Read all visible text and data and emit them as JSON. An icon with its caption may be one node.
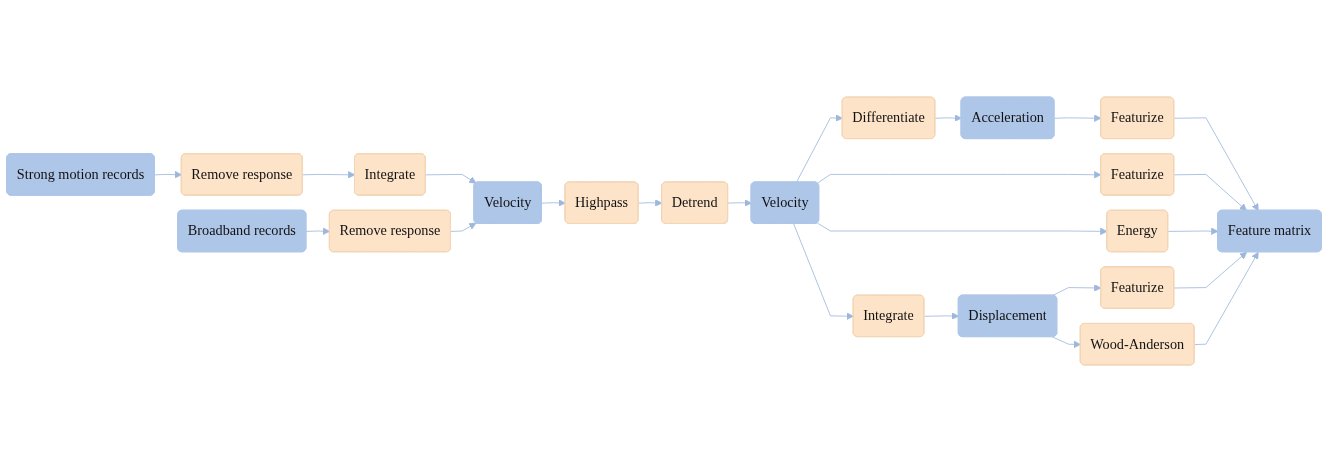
{
  "diagram": {
    "nodes": [
      {
        "text": [
          "Strong motion records"
        ]
      },
      {
        "text": [
          "Remove response"
        ]
      },
      {
        "text": [
          "Integrate"
        ]
      },
      {
        "text": [
          "Broadband records"
        ]
      },
      {
        "text": [
          "Remove response"
        ]
      },
      {
        "text": [
          "Velocity"
        ]
      },
      {
        "text": [
          "Highpass"
        ]
      },
      {
        "text": [
          "Detrend"
        ]
      },
      {
        "text": [
          "Acceleration"
        ]
      },
      {
        "text": [
          "Featurize"
        ]
      },
      {
        "text": [
          "Differentiate"
        ]
      },
      {
        "text": [
          "Velocity"
        ]
      },
      {
        "text": [
          "Featurize"
        ]
      },
      {
        "text": [
          "Integrate"
        ]
      },
      {
        "text": [
          "Energy"
        ]
      },
      {
        "text": [
          "Displacement"
        ]
      },
      {
        "text": [
          "Featurize"
        ]
      },
      {
        "text": [
          "Wood-Anderson"
        ]
      },
      {
        "text": [
          "Feature matrix"
        ]
      }
    ],
    "edges": [
      {
        "from": 0,
        "to": 1,
        "arrow": "to"
      },
      {
        "from": 1,
        "to": 2,
        "arrow": "to"
      },
      {
        "from": 2,
        "to": 5,
        "arrow": "to"
      },
      {
        "from": 3,
        "to": 4,
        "arrow": "to"
      },
      {
        "from": 4,
        "to": 5,
        "arrow": "to"
      },
      {
        "from": 5,
        "to": 6,
        "arrow": "to"
      },
      {
        "from": 6,
        "to": 7,
        "arrow": "to"
      },
      {
        "from": 7,
        "to": 11,
        "arrow": "to"
      },
      {
        "from": 11,
        "to": 10,
        "arrow": "to"
      },
      {
        "from": 10,
        "to": 8,
        "arrow": "to"
      },
      {
        "from": 8,
        "to": 9,
        "arrow": "to"
      },
      {
        "from": 11,
        "to": 12,
        "arrow": "to"
      },
      {
        "from": 11,
        "to": 13,
        "arrow": "to"
      },
      {
        "from": 11,
        "to": 14,
        "arrow": "to"
      },
      {
        "from": 13,
        "to": 15,
        "arrow": "to"
      },
      {
        "from": 15,
        "to": 16,
        "arrow": "to"
      },
      {
        "from": 15,
        "to": 17,
        "arrow": "to"
      },
      {
        "from": 9,
        "to": 18,
        "arrow": "to"
      },
      {
        "from": 12,
        "to": 18,
        "arrow": "to"
      },
      {
        "from": 14,
        "to": 18,
        "arrow": "to"
      },
      {
        "from": 16,
        "to": 18,
        "arrow": "to"
      },
      {
        "from": 17,
        "to": 18,
        "arrow": "to"
      }
    ]
  }
}
